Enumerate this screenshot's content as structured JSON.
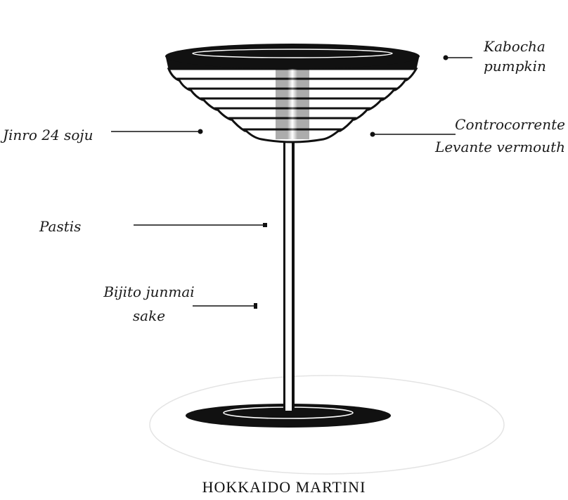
{
  "title": "HOKKAIDO MARTINI",
  "ingredients": {
    "kabocha": {
      "line1": "Kabocha",
      "line2": "pumpkin"
    },
    "soju": {
      "text": "Jinro  24 soju"
    },
    "vermouth": {
      "line1": "Controcorrente",
      "line2": "Levante vermouth"
    },
    "pastis": {
      "text": "Pastis"
    },
    "sake": {
      "line1": "Bijito junmai",
      "line2": "sake"
    }
  },
  "colors": {
    "ink": "#111111",
    "background": "#ffffff",
    "shadow_ring": "#e4e4e4"
  }
}
